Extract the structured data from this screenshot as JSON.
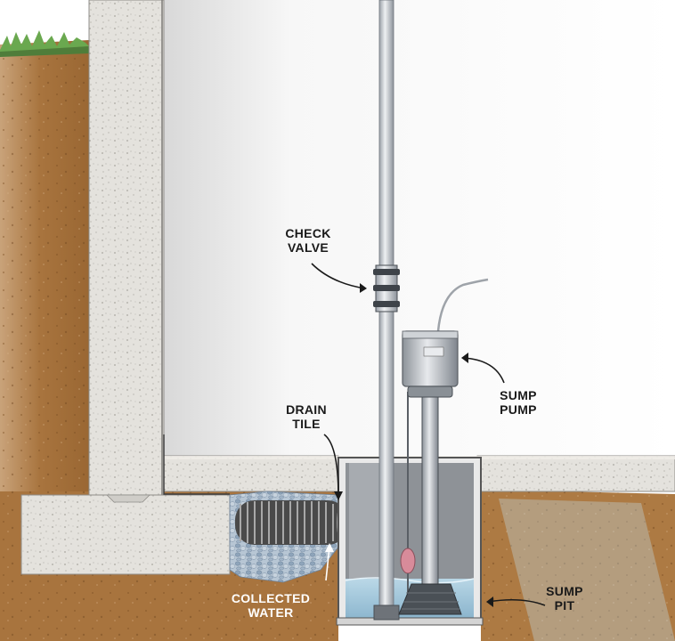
{
  "labels": {
    "check_valve": [
      "CHECK",
      "VALVE"
    ],
    "sump_pump": [
      "SUMP",
      "PUMP"
    ],
    "drain_tile": [
      "DRAIN",
      "TILE"
    ],
    "collected_water": [
      "COLLECTED",
      "WATER"
    ],
    "sump_pit": [
      "SUMP",
      "PIT"
    ]
  },
  "colors": {
    "soil": "#a8743e",
    "concrete": "#e3e1dc",
    "wall": "#f4f4f4",
    "water": "#9cc6dc",
    "grass": "#6aa84f",
    "gravel": "#9fb4c9",
    "pipe": "#c9cdd3",
    "pump_body": "#b9bec4",
    "float": "#d88b9a"
  }
}
